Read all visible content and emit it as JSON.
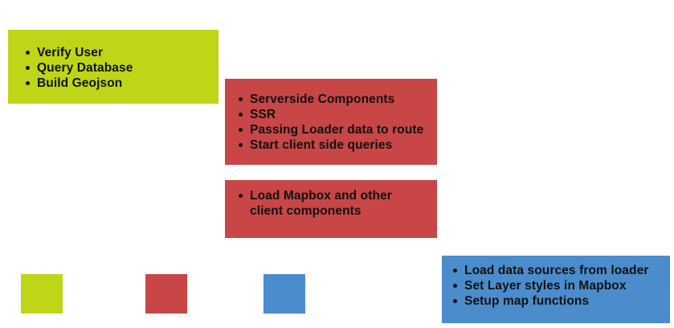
{
  "boxes": {
    "green": {
      "color": "#bfd518",
      "items": [
        "Verify User",
        "Query Database",
        "Build Geojson"
      ]
    },
    "red_1": {
      "color": "#c84646",
      "items": [
        "Serverside Components",
        "SSR",
        "Passing Loader data to route",
        "Start client side queries"
      ]
    },
    "red_2": {
      "color": "#c84646",
      "items": [
        "Load Mapbox and other client components"
      ]
    },
    "blue": {
      "color": "#4a8ccc",
      "items": [
        "Load data sources from loader",
        "Set Layer styles in Mapbox",
        "Setup map functions"
      ]
    }
  },
  "legend": {
    "swatches": [
      {
        "color": "#bfd518"
      },
      {
        "color": "#c84646"
      },
      {
        "color": "#4a8ccc"
      }
    ]
  }
}
